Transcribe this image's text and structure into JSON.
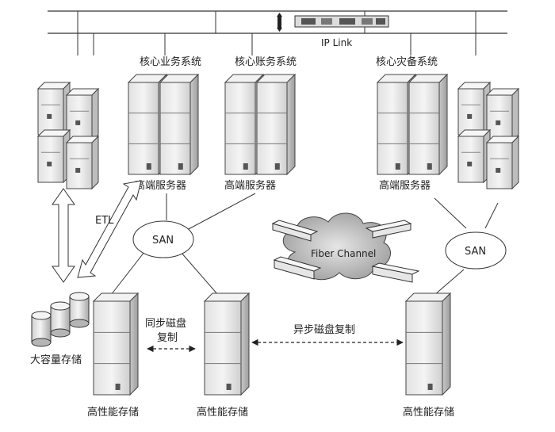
{
  "network": {
    "ip_link_label": "IP Link"
  },
  "systems": {
    "core_business": "核心业务系统",
    "core_accounting": "核心账务系统",
    "core_disaster_recovery": "核心灾备系统"
  },
  "servers": {
    "high_end_server_1": "高端服务器",
    "high_end_server_2": "高端服务器",
    "high_end_server_3": "高端服务器"
  },
  "san": {
    "left": "SAN",
    "right": "SAN"
  },
  "fiber_channel": "Fiber Channel",
  "etl": "ETL",
  "storage": {
    "mass_storage": "大容量存储",
    "high_perf_1": "高性能存储",
    "high_perf_2": "高性能存储",
    "high_perf_3": "高性能存储"
  },
  "replication": {
    "sync_line1": "同步磁盘",
    "sync_line2": "复制",
    "async": "异步磁盘复制"
  }
}
